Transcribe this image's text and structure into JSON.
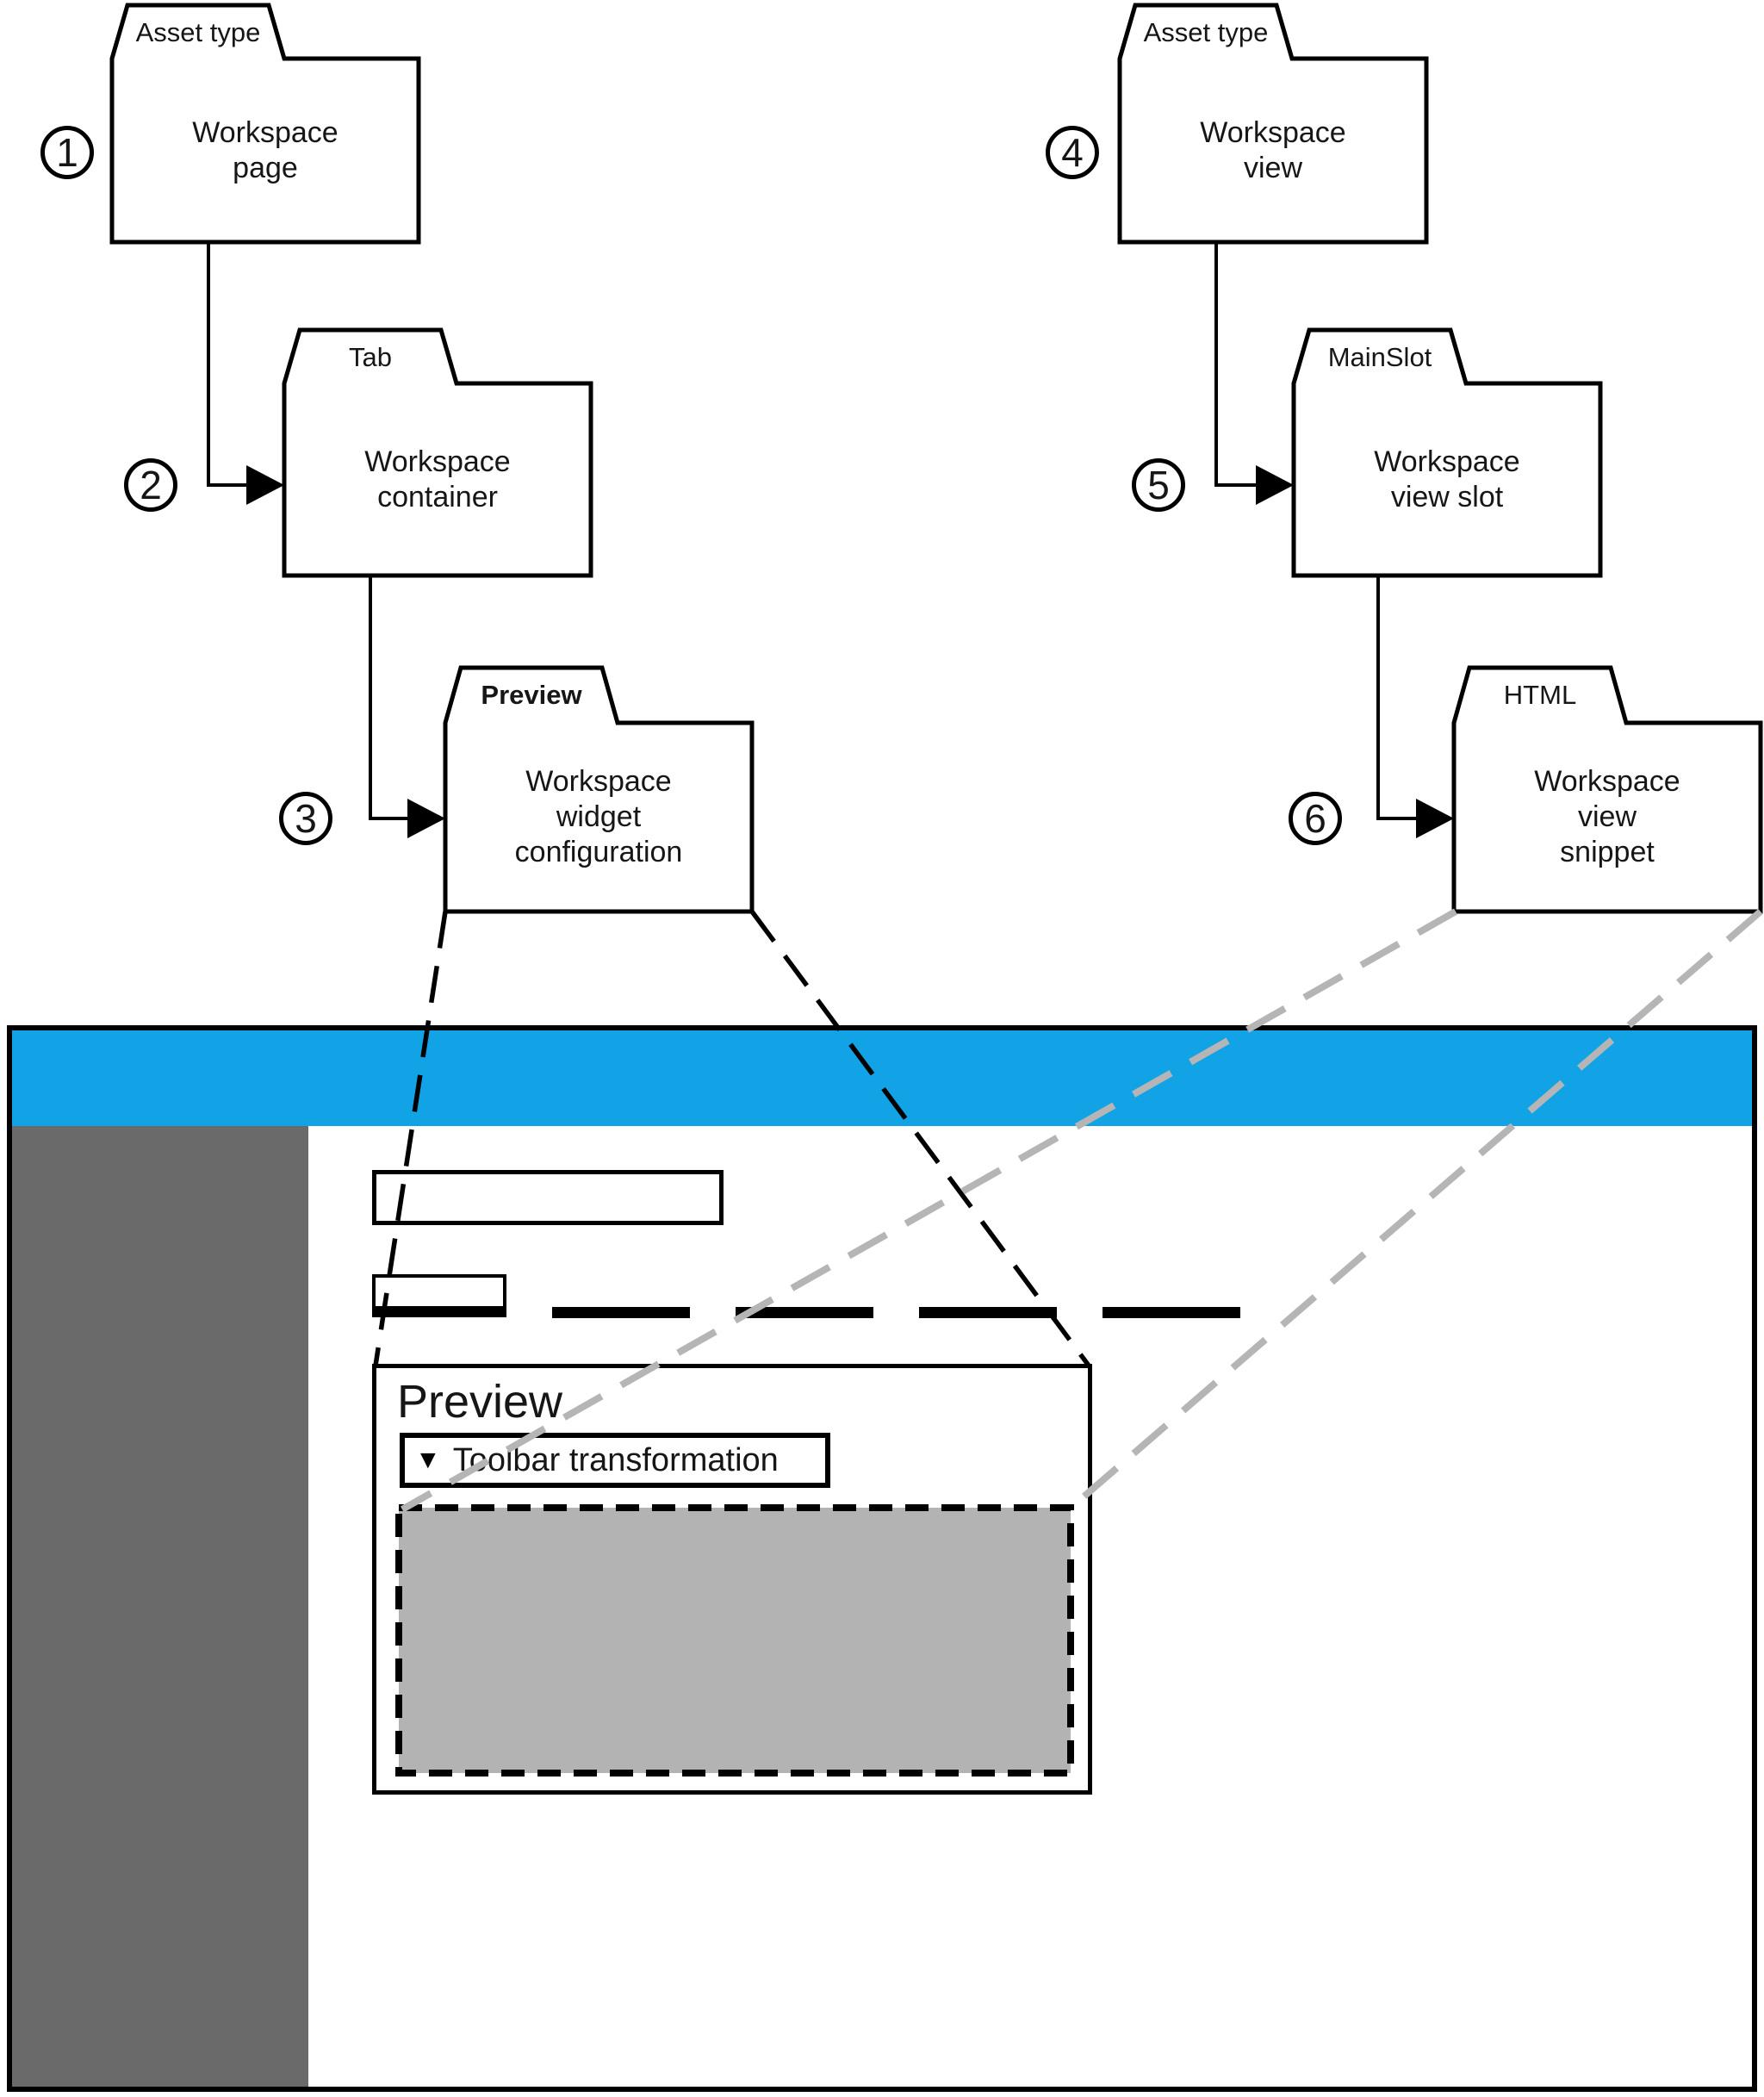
{
  "colors": {
    "accent_cyan": "#12A3E6",
    "sidebar_gray": "#6A6A6A",
    "widget_gray": "#B3B3B3",
    "dash_gray": "#B5B5B5",
    "ink": "#000000"
  },
  "diagram": {
    "folders": [
      {
        "number": "1",
        "tab_label": "Asset type",
        "body_label": "Workspace\npage"
      },
      {
        "number": "2",
        "tab_label": "Tab",
        "body_label": "Workspace\ncontainer"
      },
      {
        "number": "3",
        "tab_label": "Preview",
        "body_label": "Workspace\nwidget\nconfiguration"
      },
      {
        "number": "4",
        "tab_label": "Asset type",
        "body_label": "Workspace\nview"
      },
      {
        "number": "5",
        "tab_label": "MainSlot",
        "body_label": "Workspace\nview slot"
      },
      {
        "number": "6",
        "tab_label": "HTML",
        "body_label": "Workspace\nview\nsnippet"
      }
    ]
  },
  "mockup": {
    "preview_heading": "Preview",
    "toolbar_button": {
      "icon": "▼",
      "label": "Toolbar transformation"
    }
  }
}
